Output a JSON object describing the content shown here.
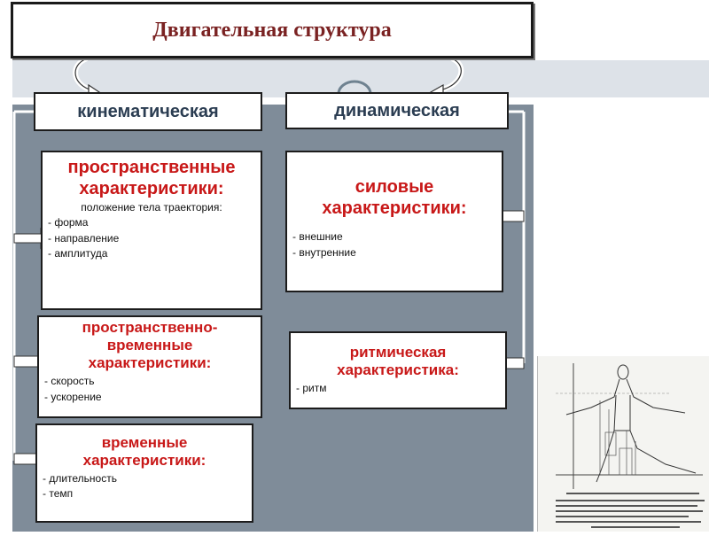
{
  "title": "Двигательная структура",
  "kinematic": {
    "label": "кинематическая"
  },
  "dynamic": {
    "label": "динамическая"
  },
  "spatial": {
    "title_lines": [
      "пространственные",
      "характеристики:"
    ],
    "subtitle": "положение тела траектория:",
    "items": [
      "- форма",
      "- направление",
      "- амплитуда"
    ]
  },
  "spatiotemporal": {
    "title_lines": [
      "пространственно-",
      "временные",
      "характеристики:"
    ],
    "items": [
      "- скорость",
      "- ускорение"
    ]
  },
  "temporal": {
    "title_lines": [
      "временные",
      "характеристики:"
    ],
    "items": [
      "- длительность",
      "- темп"
    ]
  },
  "force": {
    "title_lines": [
      "силовые",
      "характеристики:"
    ],
    "items": [
      "- внешние",
      "- внутренние"
    ]
  },
  "rhythm": {
    "title_lines": [
      "ритмическая",
      "характеристика:"
    ],
    "items": [
      "- ритм"
    ]
  },
  "colors": {
    "title": "#7a2222",
    "heading": "#2b3d52",
    "accent_red": "#c81818",
    "panel": "#7f8c99",
    "stripe": "#dde2e8"
  }
}
